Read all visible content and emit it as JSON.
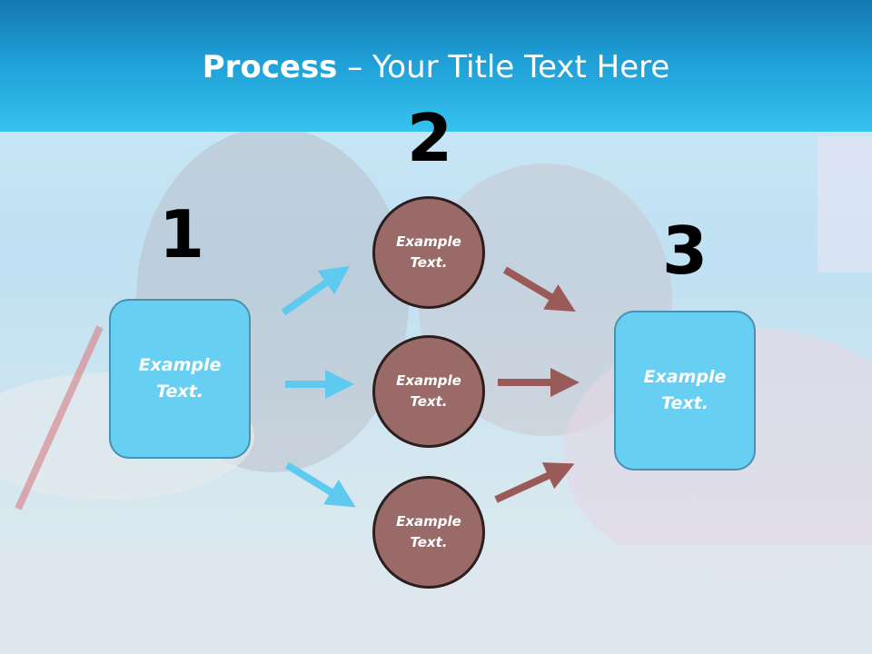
{
  "title": {
    "bold": "Process",
    "rest": " – Your Title Text Here"
  },
  "numbers": {
    "one": "1",
    "two": "2",
    "three": "3"
  },
  "left_box": {
    "line1": "Example",
    "line2": "Text."
  },
  "circles": [
    {
      "line1": "Example",
      "line2": "Text."
    },
    {
      "line1": "Example",
      "line2": "Text."
    },
    {
      "line1": "Example",
      "line2": "Text."
    }
  ],
  "right_box": {
    "line1": "Example",
    "line2": "Text."
  },
  "colors": {
    "header": "#1e9fd6",
    "box_fill": "#66cff2",
    "circle_fill": "#9a6a68",
    "arrow_blue": "#5fcaf0",
    "arrow_brown": "#9a5a58"
  }
}
